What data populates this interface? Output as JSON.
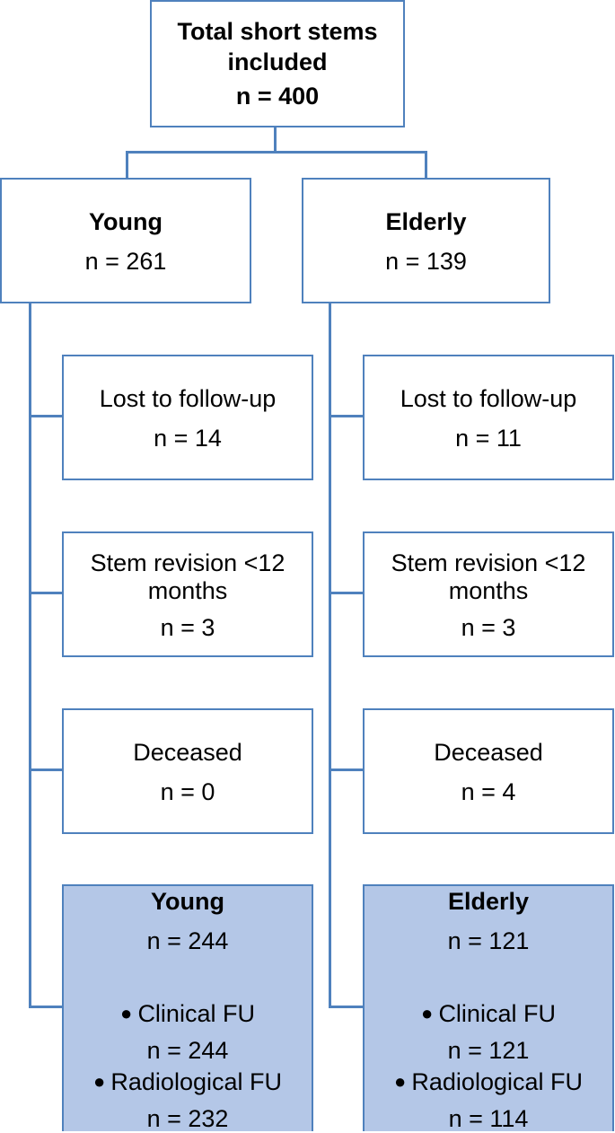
{
  "total": {
    "title_line1": "Total short stems included",
    "title_line2": "",
    "n": "n = 400"
  },
  "young": {
    "title": "Young",
    "n": "n = 261",
    "lost": {
      "label": "Lost to follow-up",
      "n": "n = 14"
    },
    "revision": {
      "label_line1": "Stem revision <12",
      "label_line2": "months",
      "n": "n = 3"
    },
    "deceased": {
      "label": "Deceased",
      "n": "n = 0"
    },
    "final": {
      "title": "Young",
      "n": "n = 244",
      "clinical_label": "Clinical FU",
      "clinical_n": "n = 244",
      "radiological_label": "Radiological FU",
      "radiological_n": "n = 232"
    }
  },
  "elderly": {
    "title": "Elderly",
    "n": "n = 139",
    "lost": {
      "label": "Lost to follow-up",
      "n": "n = 11"
    },
    "revision": {
      "label_line1": "Stem revision <12",
      "label_line2": "months",
      "n": "n = 3"
    },
    "deceased": {
      "label": "Deceased",
      "n": "n = 4"
    },
    "final": {
      "title": "Elderly",
      "n": "n = 121",
      "clinical_label": "Clinical FU",
      "clinical_n": "n = 121",
      "radiological_label": "Radiological FU",
      "radiological_n": "n = 114"
    }
  },
  "colors": {
    "border": "#4f81bd",
    "final_fill": "#b4c7e7"
  }
}
